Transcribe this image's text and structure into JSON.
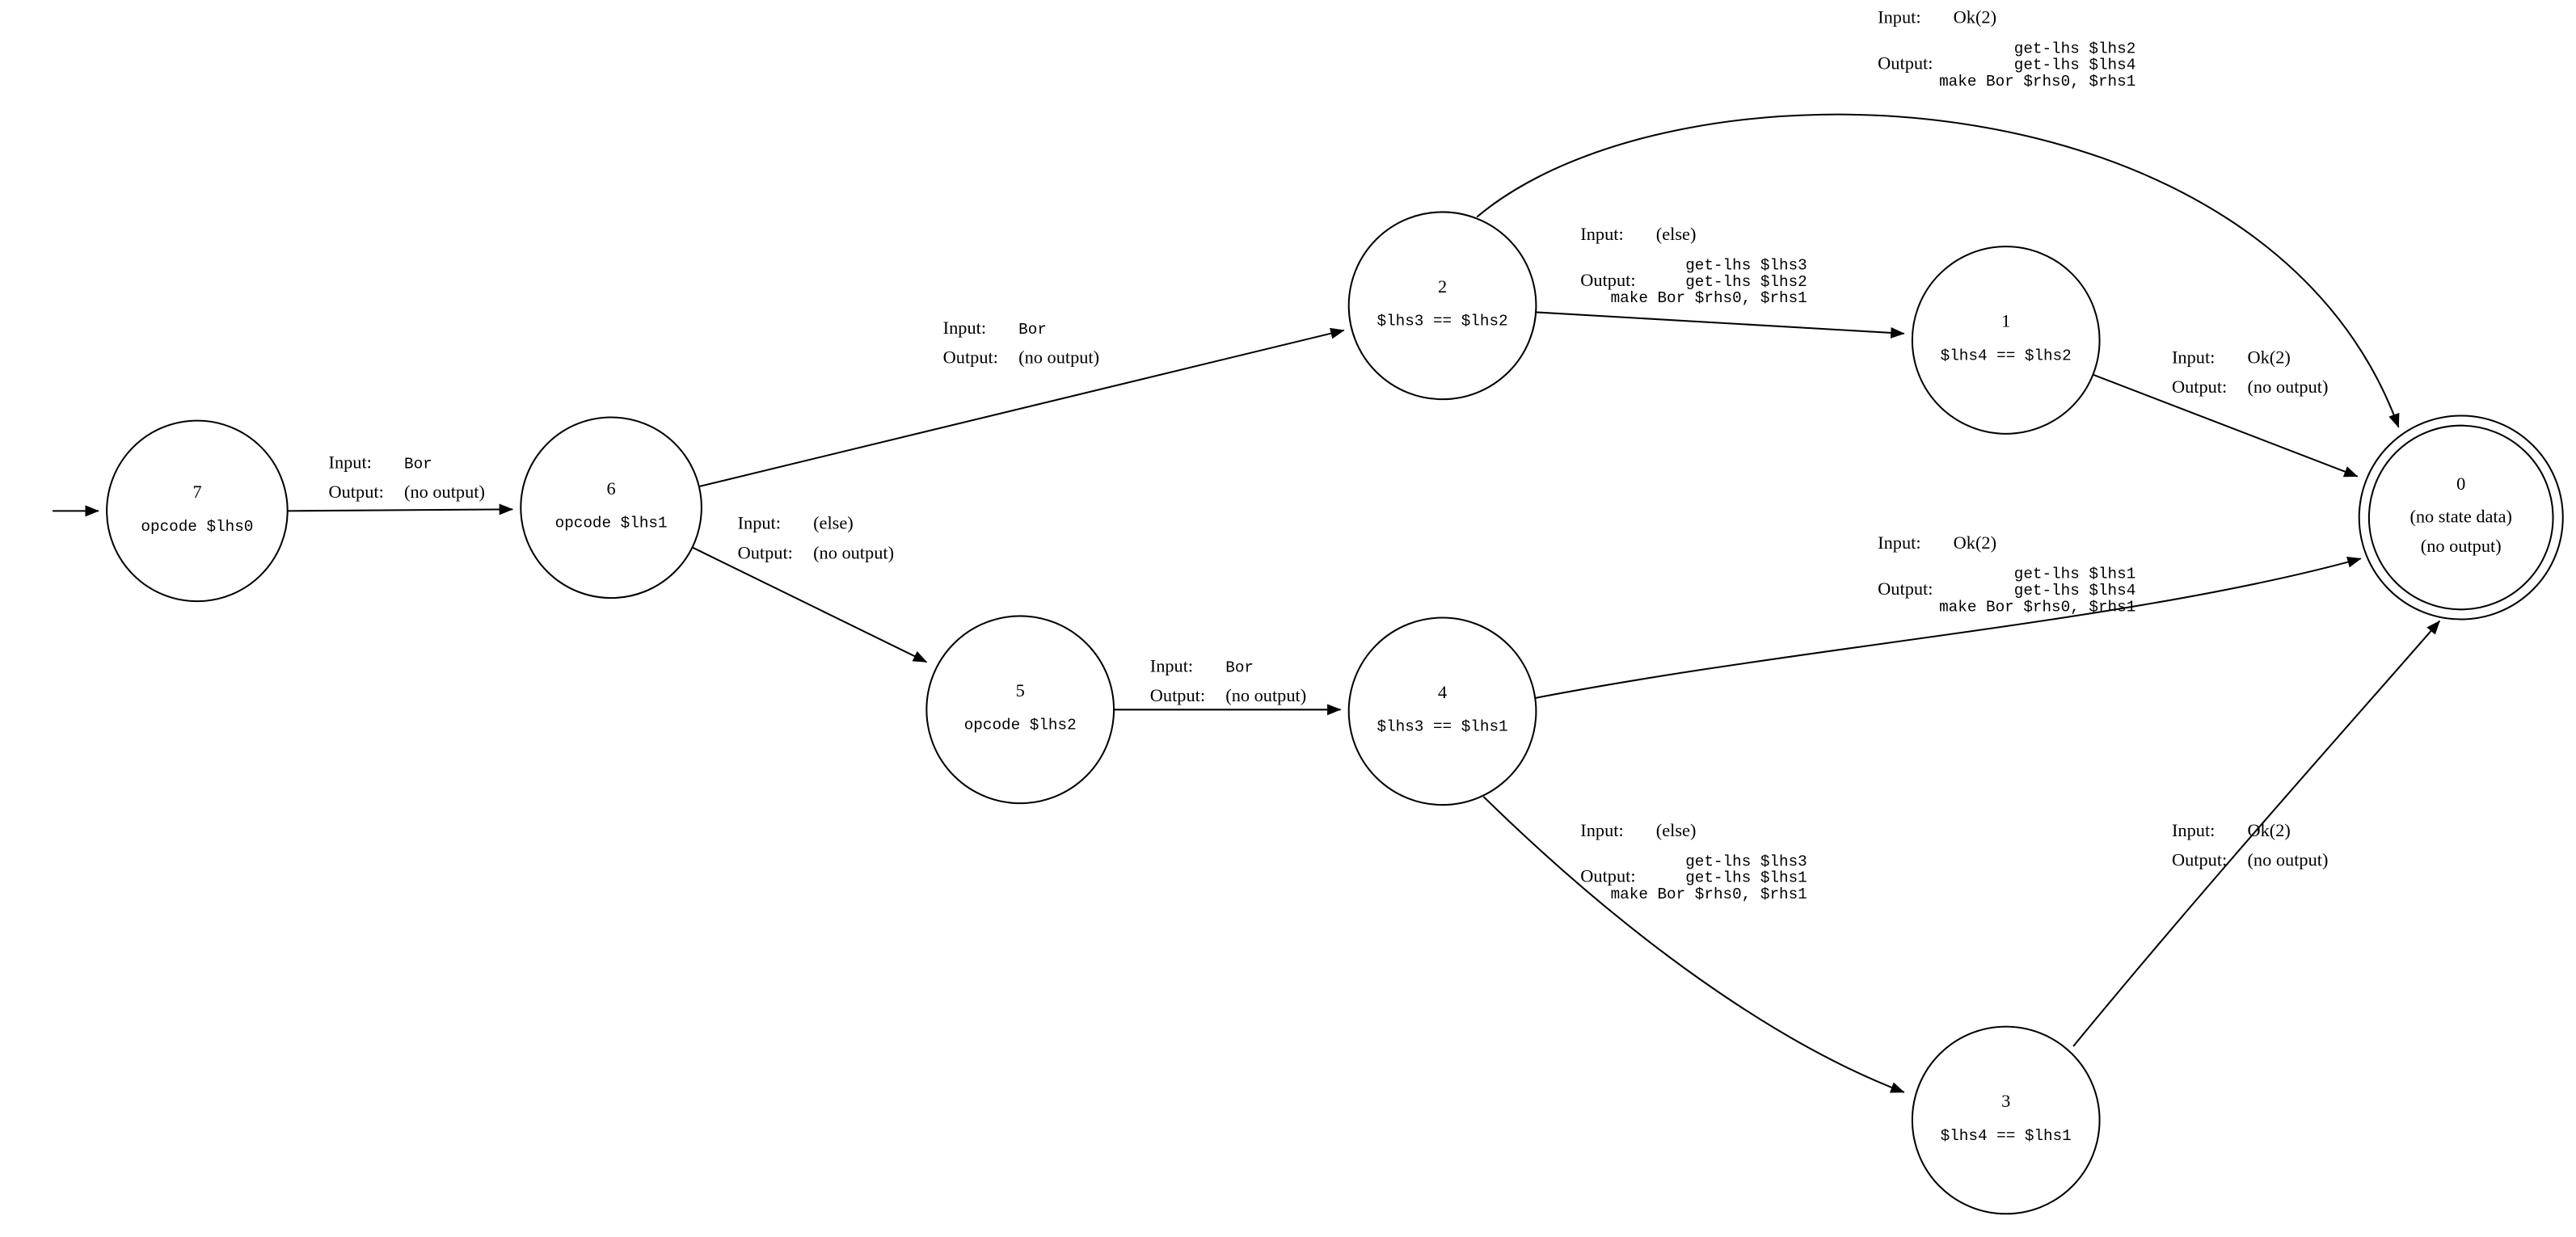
{
  "diagram": {
    "type": "state-machine-graph",
    "background_color": "#ffffff",
    "stroke_color": "#000000",
    "labels": {
      "input": "Input:",
      "output": "Output:"
    },
    "nodes": {
      "n7": {
        "id": "7",
        "sub": "opcode $lhs0"
      },
      "n6": {
        "id": "6",
        "sub": "opcode $lhs1"
      },
      "n5": {
        "id": "5",
        "sub": "opcode $lhs2"
      },
      "n4": {
        "id": "4",
        "sub": "$lhs3 == $lhs1"
      },
      "n3": {
        "id": "3",
        "sub": "$lhs4 == $lhs1"
      },
      "n2": {
        "id": "2",
        "sub": "$lhs3 == $lhs2"
      },
      "n1": {
        "id": "1",
        "sub": "$lhs4 == $lhs2"
      },
      "n0": {
        "id": "0",
        "sub1": "(no state data)",
        "sub2": "(no output)",
        "accepting": true
      }
    },
    "edges": {
      "e7_6": {
        "from": "7",
        "to": "6",
        "input": "Bor",
        "output1": "(no output)"
      },
      "e6_2": {
        "from": "6",
        "to": "2",
        "input": "Bor",
        "output1": "(no output)"
      },
      "e6_5": {
        "from": "6",
        "to": "5",
        "input": "(else)",
        "output1": "(no output)"
      },
      "e2_1": {
        "from": "2",
        "to": "1",
        "input": "(else)",
        "output1": "get-lhs $lhs3",
        "output2": "get-lhs $lhs2",
        "output3": "make Bor $rhs0, $rhs1"
      },
      "e2_0": {
        "from": "2",
        "to": "0",
        "input": "Ok(2)",
        "output1": "get-lhs $lhs2",
        "output2": "get-lhs $lhs4",
        "output3": "make Bor $rhs0, $rhs1"
      },
      "e1_0": {
        "from": "1",
        "to": "0",
        "input": "Ok(2)",
        "output1": "(no output)"
      },
      "e5_4": {
        "from": "5",
        "to": "4",
        "input": "Bor",
        "output1": "(no output)"
      },
      "e4_0": {
        "from": "4",
        "to": "0",
        "input": "Ok(2)",
        "output1": "get-lhs $lhs1",
        "output2": "get-lhs $lhs4",
        "output3": "make Bor $rhs0, $rhs1"
      },
      "e4_3": {
        "from": "4",
        "to": "3",
        "input": "(else)",
        "output1": "get-lhs $lhs3",
        "output2": "get-lhs $lhs1",
        "output3": "make Bor $rhs0, $rhs1"
      },
      "e3_0": {
        "from": "3",
        "to": "0",
        "input": "Ok(2)",
        "output1": "(no output)"
      }
    }
  }
}
